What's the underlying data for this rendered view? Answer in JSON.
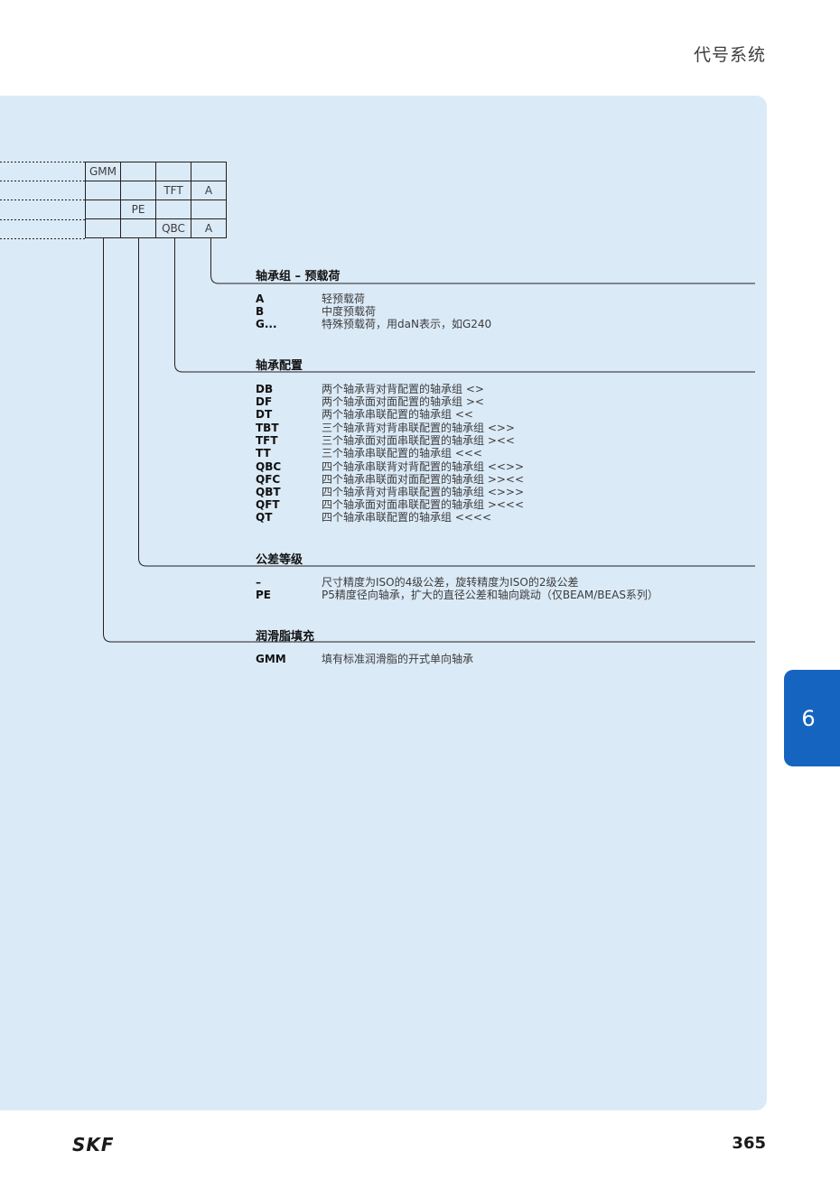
{
  "header": {
    "title": "代号系统"
  },
  "code_table": {
    "rows": [
      [
        "GMM",
        "",
        "",
        ""
      ],
      [
        "",
        "",
        "TFT",
        "A"
      ],
      [
        "",
        "PE",
        "",
        ""
      ],
      [
        "",
        "",
        "QBC",
        "A"
      ]
    ]
  },
  "sections": [
    {
      "title": "轴承组 – 预载荷",
      "items": [
        {
          "code": "A",
          "desc": "轻预载荷"
        },
        {
          "code": "B",
          "desc": "中度预载荷"
        },
        {
          "code": "G...",
          "desc": "特殊预载荷，用daN表示，如G240"
        }
      ]
    },
    {
      "title": "轴承配置",
      "items": [
        {
          "code": "DB",
          "desc": "两个轴承背对背配置的轴承组 <>"
        },
        {
          "code": "DF",
          "desc": "两个轴承面对面配置的轴承组 ><"
        },
        {
          "code": "DT",
          "desc": "两个轴承串联配置的轴承组 <<"
        },
        {
          "code": "TBT",
          "desc": "三个轴承背对背串联配置的轴承组 <>>"
        },
        {
          "code": "TFT",
          "desc": "三个轴承面对面串联配置的轴承组 ><<"
        },
        {
          "code": "TT",
          "desc": "三个轴承串联配置的轴承组 <<<"
        },
        {
          "code": "QBC",
          "desc": "四个轴承串联背对背配置的轴承组 <<>>"
        },
        {
          "code": "QFC",
          "desc": "四个轴承串联面对面配置的轴承组 >><<"
        },
        {
          "code": "QBT",
          "desc": "四个轴承背对背串联配置的轴承组 <>>>"
        },
        {
          "code": "QFT",
          "desc": "四个轴承面对面串联配置的轴承组 ><<<"
        },
        {
          "code": "QT",
          "desc": "四个轴承串联配置的轴承组 <<<<"
        }
      ]
    },
    {
      "title": "公差等级",
      "items": [
        {
          "code": "–",
          "desc": "尺寸精度为ISO的4级公差，旋转精度为ISO的2级公差"
        },
        {
          "code": "PE",
          "desc": "P5精度径向轴承，扩大的直径公差和轴向跳动（仅BEAM/BEAS系列）"
        }
      ]
    },
    {
      "title": "润滑脂填充",
      "items": [
        {
          "code": "GMM",
          "desc": "填有标准润滑脂的开式单向轴承"
        }
      ]
    }
  ],
  "chapter_tab": {
    "number": "6"
  },
  "footer": {
    "logo": "SKF",
    "page_number": "365"
  },
  "colors": {
    "panel": "#dbeaf7",
    "tab": "#1565c0",
    "text": "#231f20"
  }
}
